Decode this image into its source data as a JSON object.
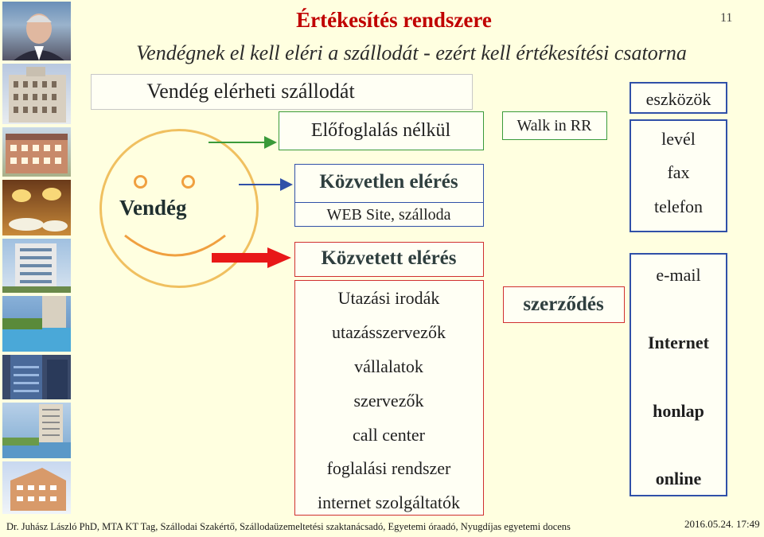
{
  "slide": {
    "title": "Értékesítés rendszere",
    "subtitle": "Vendégnek el kell eléri a szállodát - ezért kell értékesítési csatorna",
    "page_number": "11"
  },
  "guest": {
    "box_label": "Vendég elérheti szállodát",
    "label": "Vendég"
  },
  "channels": {
    "no_booking": "Előfoglalás nélkül",
    "walk_in": "Walk in RR",
    "direct": {
      "title": "Közvetlen elérés",
      "sub": "WEB Site, szálloda"
    },
    "indirect": {
      "title": "Közvetett elérés",
      "items": [
        "Utazási irodák",
        "utazásszervezők",
        "vállalatok",
        "szervezők",
        "call center",
        "foglalási rendszer",
        "internet szolgáltatók"
      ]
    },
    "contract": "szerződés"
  },
  "tools": {
    "header": "eszközök",
    "top": [
      "levél",
      "fax",
      "telefon"
    ],
    "bottom": [
      "e-mail",
      "Internet",
      "honlap",
      "online"
    ]
  },
  "footer": {
    "credit": "Dr. Juhász László PhD, MTA  KT Tag, Szállodai Szakértő,  Szállodaüzemeltetési szaktanácsadó, Egyetemi óraadó, Nyugdíjas egyetemi docens",
    "date": "2016.05.24. 17:49"
  },
  "colors": {
    "title": "#c00000",
    "background": "#ffffe0",
    "green_border": "#3a9a3a",
    "blue_border": "#3050a8",
    "red_border": "#d03030",
    "smiley": "#f0c060"
  }
}
